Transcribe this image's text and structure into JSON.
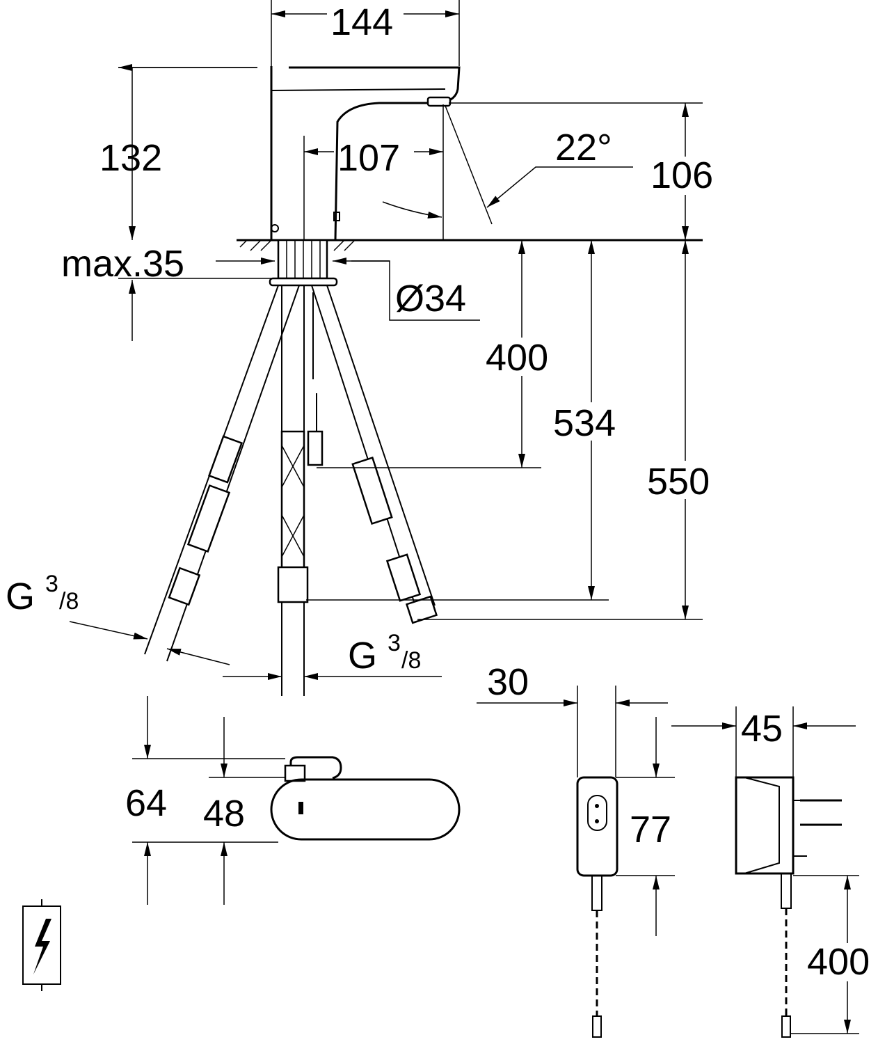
{
  "drawing": {
    "dimensions": {
      "spout_width": "144",
      "height_above_deck": "132",
      "spout_reach": "107",
      "spout_angle": "22°",
      "outlet_height": "106",
      "max_deck_thickness": "max.35",
      "mounting_hole": "Ø34",
      "sensor_cable_length": "400",
      "hose_length_center": "534",
      "hose_length_total": "550",
      "thread_left": {
        "letter": "G",
        "num": "3",
        "den": "/8"
      },
      "thread_right": {
        "letter": "G",
        "num": "3",
        "den": "/8"
      },
      "control_box_height_total": "64",
      "control_box_height": "48",
      "transformer_width": "30",
      "transformer_height": "77",
      "transformer_depth": "45",
      "transformer_cable_length": "400"
    },
    "colors": {
      "line": "#000000",
      "background": "#ffffff"
    }
  }
}
